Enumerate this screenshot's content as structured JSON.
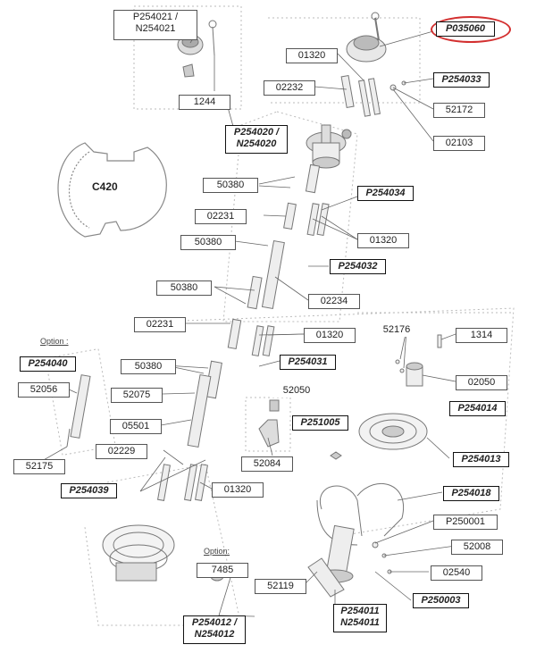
{
  "labels": {
    "p254021": "P254021 /\nN254021",
    "n1244": "1244",
    "p035060": "P035060",
    "n01320_top": "01320",
    "n02232": "02232",
    "p254033": "P254033",
    "n52172": "52172",
    "n02103": "02103",
    "p254020": "P254020 /\nN254020",
    "c420": "C420",
    "n50380_a": "50380",
    "p254034": "P254034",
    "n02231_a": "02231",
    "n01320_b": "01320",
    "n50380_b": "50380",
    "p254032": "P254032",
    "n50380_c": "50380",
    "n02234": "02234",
    "n02231_b": "02231",
    "n01320_c": "01320",
    "n52176": "52176",
    "n1314": "1314",
    "option_left": "Option :",
    "p254040": "P254040",
    "n50380_d": "50380",
    "p254031": "P254031",
    "n02050": "02050",
    "n52056": "52056",
    "n52075": "52075",
    "n52050": "52050",
    "p254014": "P254014",
    "n05501": "05501",
    "p251005": "P251005",
    "n02229": "02229",
    "p254013": "P254013",
    "n52175": "52175",
    "n52084": "52084",
    "p254039": "P254039",
    "n01320_d": "01320",
    "p254018": "P254018",
    "p250001": "P250001",
    "option_bottom": "Option:",
    "n52008": "52008",
    "n7485": "7485",
    "n02540": "02540",
    "n52119": "52119",
    "p250003": "P250003",
    "p254011": "P254011\nN254011",
    "p254012": "P254012 /\nN254012"
  },
  "highlight_color": "#d32f2f"
}
